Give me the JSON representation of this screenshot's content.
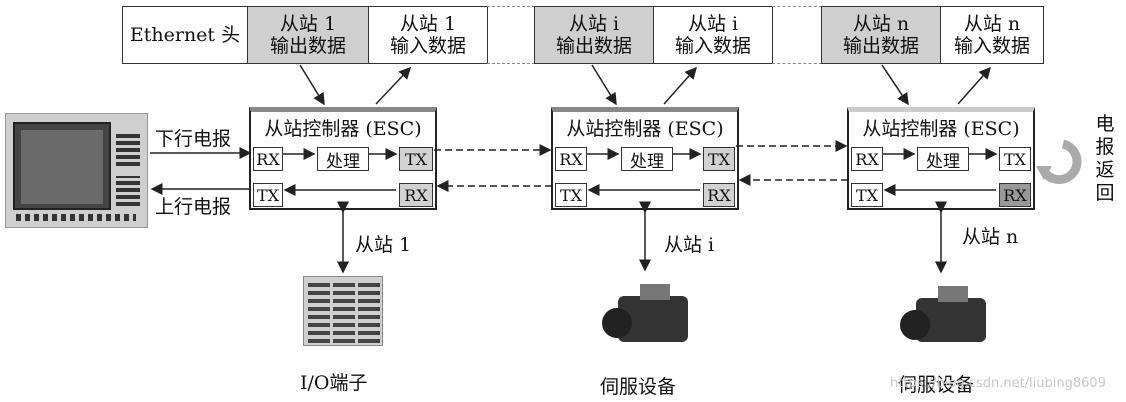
{
  "frame": {
    "header": "Ethernet 头",
    "slave1_out": [
      "从站 1",
      "输出数据"
    ],
    "slave1_in": [
      "从站 1",
      "输入数据"
    ],
    "slavei_out": [
      "从站 i",
      "输出数据"
    ],
    "slavei_in": [
      "从站 i",
      "输入数据"
    ],
    "slaven_out": [
      "从站 n",
      "输出数据"
    ],
    "slaven_in": [
      "从站 n",
      "输入数据"
    ]
  },
  "esc": {
    "title": "从站控制器 (ESC)",
    "rx": "RX",
    "tx": "TX",
    "process": "处理"
  },
  "labels": {
    "downlink": "下行电报",
    "uplink": "上行电报",
    "return": [
      "电",
      "报",
      "返",
      "回"
    ],
    "slave1": "从站 1",
    "slavei": "从站 i",
    "slaven": "从站 n",
    "io": "I/O端子",
    "servo1": "伺服设备",
    "servo2": "伺服设备"
  },
  "watermark": "https://blog.csdn.net/liubing8609",
  "colors": {
    "shade": "#cfcfcf",
    "line": "#222222"
  }
}
